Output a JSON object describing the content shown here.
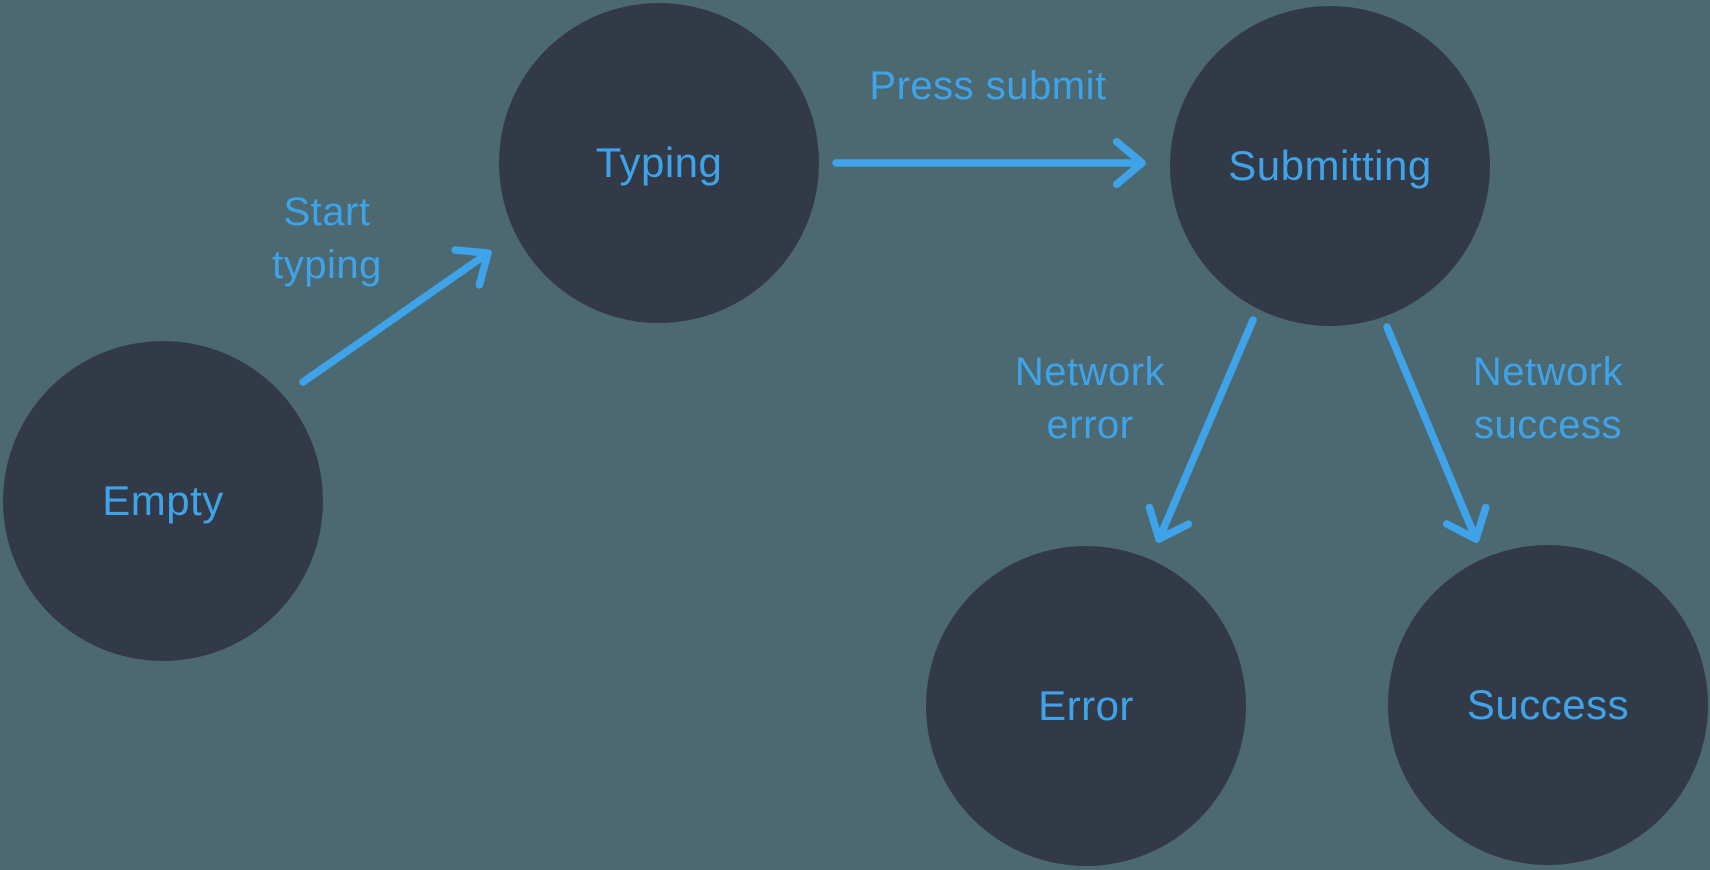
{
  "diagram": {
    "type": "state-machine",
    "states": [
      {
        "id": "empty",
        "label": "Empty"
      },
      {
        "id": "typing",
        "label": "Typing"
      },
      {
        "id": "submitting",
        "label": "Submitting"
      },
      {
        "id": "error",
        "label": "Error"
      },
      {
        "id": "success",
        "label": "Success"
      }
    ],
    "transitions": [
      {
        "from": "empty",
        "to": "typing",
        "label": "Start typing"
      },
      {
        "from": "typing",
        "to": "submitting",
        "label": "Press submit"
      },
      {
        "from": "submitting",
        "to": "error",
        "label": "Network error"
      },
      {
        "from": "submitting",
        "to": "success",
        "label": "Network success"
      }
    ],
    "colors": {
      "background": "#4C6971",
      "state_fill": "#333A47",
      "accent_blue": "#3EA3E9"
    }
  }
}
